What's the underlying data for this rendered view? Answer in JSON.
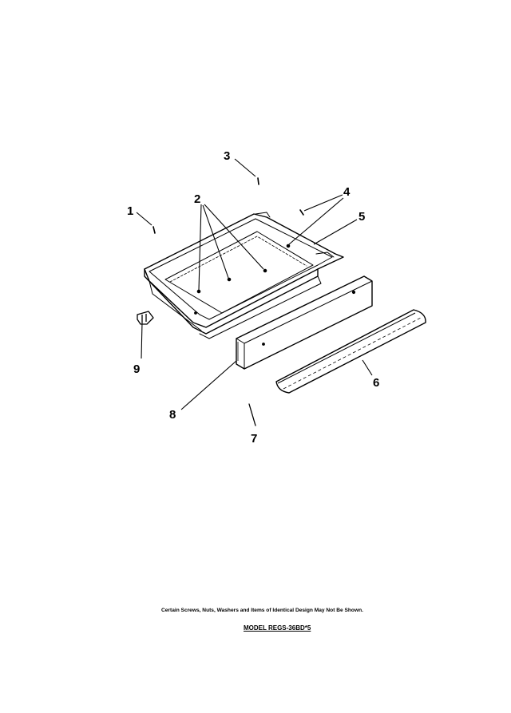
{
  "header_fragment": "",
  "callouts": {
    "c1": "1",
    "c2": "2",
    "c3": "3",
    "c4": "4",
    "c5": "5",
    "c6": "6",
    "c7": "7",
    "c8": "8",
    "c9": "9"
  },
  "footnote": "Certain Screws, Nuts, Washers and Items of Identical Design May Not Be Shown.",
  "model_label": "MODEL REGS-36BD*5"
}
